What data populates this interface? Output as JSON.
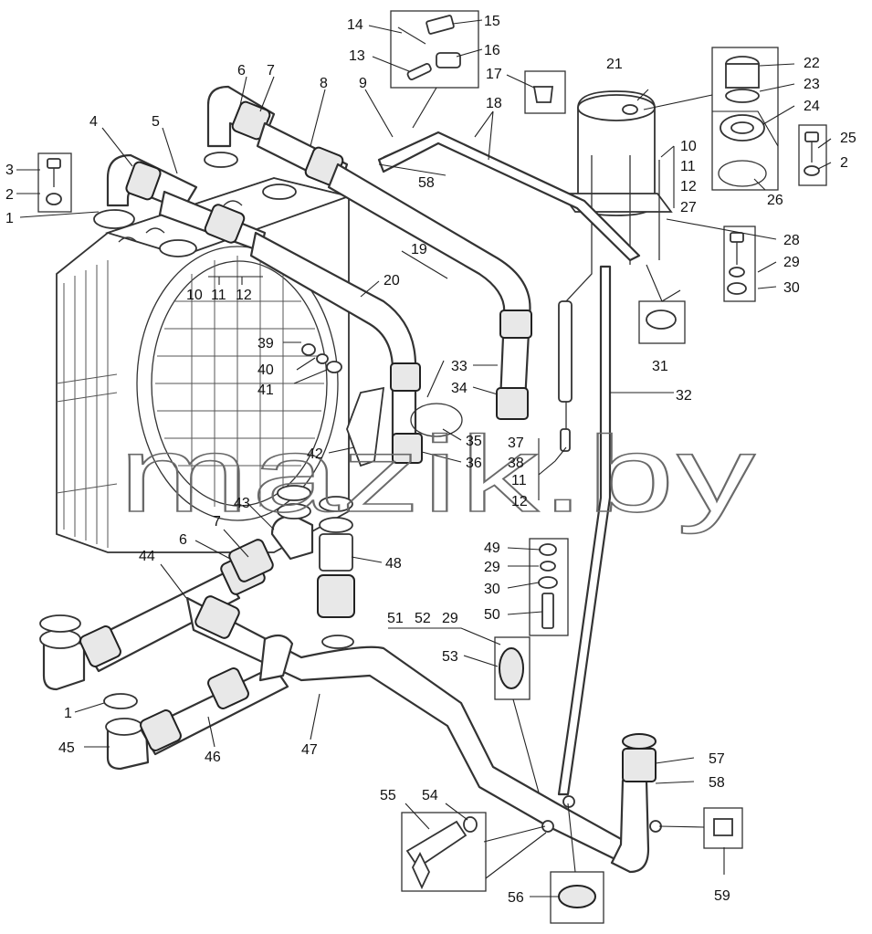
{
  "watermark": "mazik.by",
  "corner_mark": "",
  "callouts": [
    {
      "id": "c1",
      "text": "1"
    },
    {
      "id": "c2",
      "text": "2"
    },
    {
      "id": "c3",
      "text": "3"
    },
    {
      "id": "c4",
      "text": "4"
    },
    {
      "id": "c5",
      "text": "5"
    },
    {
      "id": "c6a",
      "text": "6"
    },
    {
      "id": "c7a",
      "text": "7"
    },
    {
      "id": "c8",
      "text": "8"
    },
    {
      "id": "c9",
      "text": "9"
    },
    {
      "id": "c10a",
      "text": "10"
    },
    {
      "id": "c11a",
      "text": "11"
    },
    {
      "id": "c12a",
      "text": "12"
    },
    {
      "id": "c13",
      "text": "13"
    },
    {
      "id": "c14",
      "text": "14"
    },
    {
      "id": "c15",
      "text": "15"
    },
    {
      "id": "c16",
      "text": "16"
    },
    {
      "id": "c17",
      "text": "17"
    },
    {
      "id": "c18",
      "text": "18"
    },
    {
      "id": "c19",
      "text": "19"
    },
    {
      "id": "c20",
      "text": "20"
    },
    {
      "id": "c21",
      "text": "21"
    },
    {
      "id": "c22",
      "text": "22"
    },
    {
      "id": "c23",
      "text": "23"
    },
    {
      "id": "c24",
      "text": "24"
    },
    {
      "id": "c25",
      "text": "25"
    },
    {
      "id": "c2b",
      "text": "2"
    },
    {
      "id": "c26",
      "text": "26"
    },
    {
      "id": "c10b",
      "text": "10"
    },
    {
      "id": "c11b",
      "text": "11"
    },
    {
      "id": "c12b",
      "text": "12"
    },
    {
      "id": "c27",
      "text": "27"
    },
    {
      "id": "c58a",
      "text": "58"
    },
    {
      "id": "c28",
      "text": "28"
    },
    {
      "id": "c29a",
      "text": "29"
    },
    {
      "id": "c30a",
      "text": "30"
    },
    {
      "id": "c31",
      "text": "31"
    },
    {
      "id": "c32",
      "text": "32"
    },
    {
      "id": "c33",
      "text": "33"
    },
    {
      "id": "c34",
      "text": "34"
    },
    {
      "id": "c35",
      "text": "35"
    },
    {
      "id": "c36",
      "text": "36"
    },
    {
      "id": "c37",
      "text": "37"
    },
    {
      "id": "c38",
      "text": "38"
    },
    {
      "id": "c11c",
      "text": "11"
    },
    {
      "id": "c12c",
      "text": "12"
    },
    {
      "id": "c39",
      "text": "39"
    },
    {
      "id": "c40",
      "text": "40"
    },
    {
      "id": "c41",
      "text": "41"
    },
    {
      "id": "c42",
      "text": "42"
    },
    {
      "id": "c43",
      "text": "43"
    },
    {
      "id": "c6b",
      "text": "6"
    },
    {
      "id": "c7b",
      "text": "7"
    },
    {
      "id": "c44",
      "text": "44"
    },
    {
      "id": "c48",
      "text": "48"
    },
    {
      "id": "c49",
      "text": "49"
    },
    {
      "id": "c29b",
      "text": "29"
    },
    {
      "id": "c30b",
      "text": "30"
    },
    {
      "id": "c50",
      "text": "50"
    },
    {
      "id": "c51",
      "text": "51"
    },
    {
      "id": "c52",
      "text": "52"
    },
    {
      "id": "c29c",
      "text": "29"
    },
    {
      "id": "c53",
      "text": "53"
    },
    {
      "id": "c1b",
      "text": "1"
    },
    {
      "id": "c45",
      "text": "45"
    },
    {
      "id": "c46",
      "text": "46"
    },
    {
      "id": "c47",
      "text": "47"
    },
    {
      "id": "c57",
      "text": "57"
    },
    {
      "id": "c58b",
      "text": "58"
    },
    {
      "id": "c55",
      "text": "55"
    },
    {
      "id": "c54",
      "text": "54"
    },
    {
      "id": "c56",
      "text": "56"
    },
    {
      "id": "c59",
      "text": "59"
    }
  ]
}
